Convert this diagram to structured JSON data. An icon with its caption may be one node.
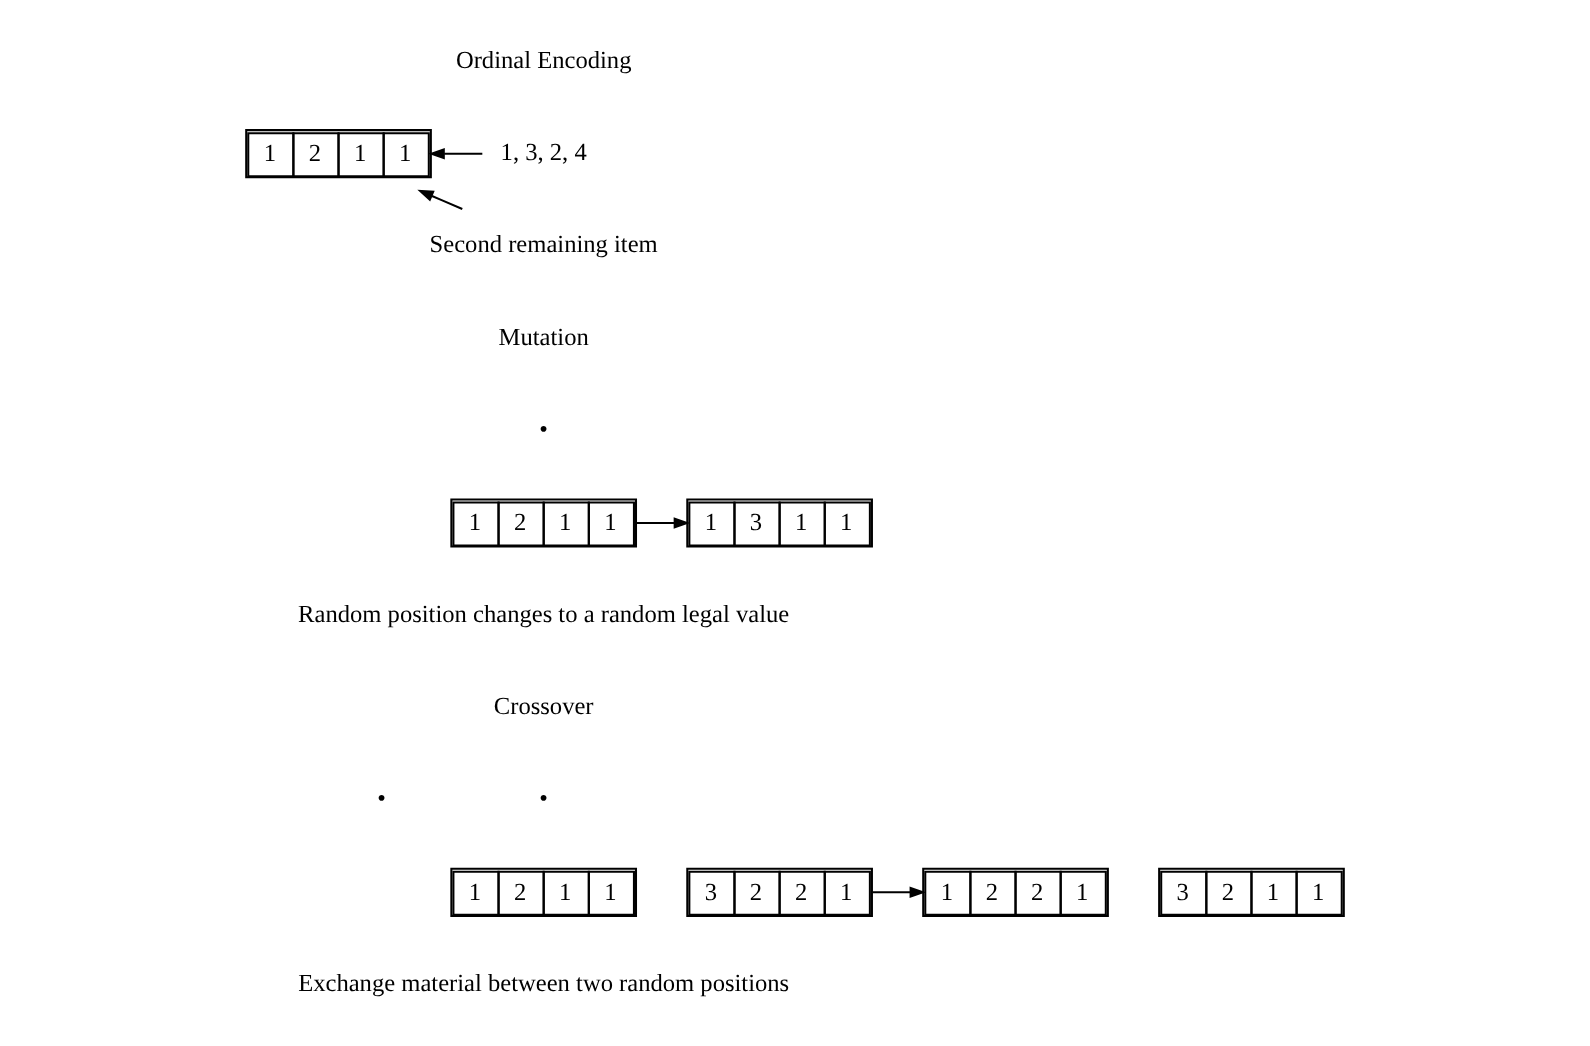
{
  "diagram": {
    "nodes": [
      {
        "text": [
          "1, 3, 2, 4"
        ]
      },
      {
        "text": [
          "1",
          "2",
          "1",
          "1"
        ]
      },
      {
        "text": [
          "Second remaining item"
        ]
      },
      {
        "text": [
          "1",
          "2",
          "1",
          "1"
        ]
      },
      {
        "text": [
          "1",
          "3",
          "1",
          "1"
        ]
      },
      {
        "text": [
          "1",
          "2",
          "1",
          "1"
        ]
      },
      {
        "text": [
          "3",
          "2",
          "2",
          "1"
        ]
      },
      {
        "text": [
          "1",
          "2",
          "2",
          "1"
        ]
      },
      {
        "text": [
          "3",
          "2",
          "1",
          "1"
        ]
      }
    ],
    "edges": [
      {
        "from": 0,
        "to": 1,
        "arrow": "to"
      },
      {
        "from": 2,
        "to": 1,
        "arrow": "to"
      },
      {
        "from": 3,
        "to": 4,
        "arrow": "to"
      },
      {
        "from": 6,
        "to": 7,
        "arrow": "to"
      }
    ],
    "labels": [
      "Ordinal Encoding",
      "Mutation",
      "•",
      "Random position changes to a random legal value",
      "Crossover",
      "•",
      "•",
      "Exchange material between two random positions"
    ]
  }
}
